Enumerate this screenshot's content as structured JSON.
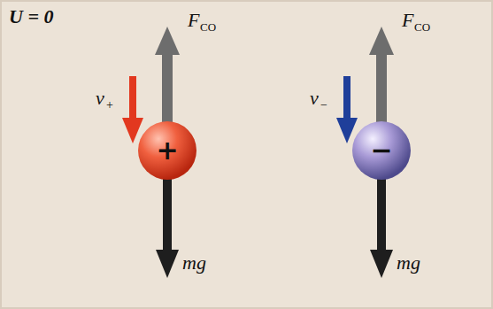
{
  "diagram": {
    "nodes": [
      {
        "text": [
          "+"
        ]
      },
      {
        "text": [
          "−"
        ]
      }
    ],
    "labels": [
      "U = 0",
      "F⃗",
      "CO",
      "F⃗",
      "CO",
      "v⃗",
      "+",
      "v⃗",
      "−",
      "mg⃗",
      "mg⃗"
    ]
  }
}
